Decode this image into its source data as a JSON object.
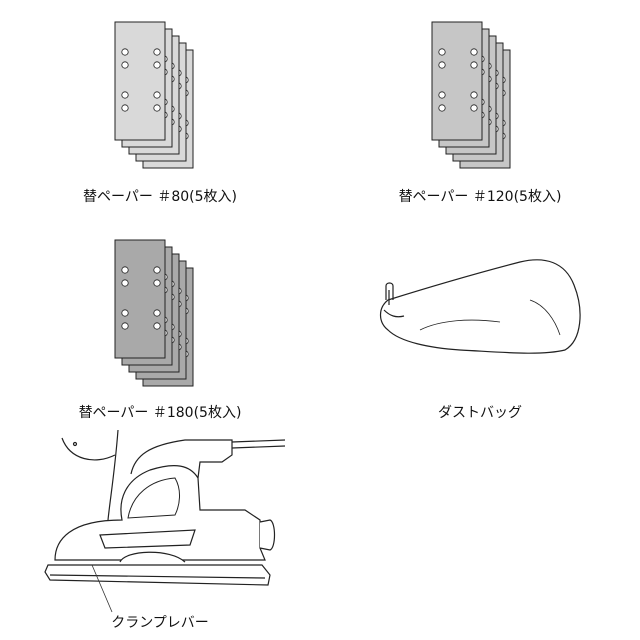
{
  "items": [
    {
      "label": "替ペーパー ＃80(5枚入)",
      "sheets": 5,
      "color": "#d9d9d9"
    },
    {
      "label": "替ペーパー ＃120(5枚入)",
      "sheets": 5,
      "color": "#c6c6c6"
    },
    {
      "label": "替ペーパー ＃180(5枚入)",
      "sheets": 5,
      "color": "#a9a9a9"
    },
    {
      "label": "ダストバッグ"
    }
  ],
  "callout": {
    "label": "クランプレバー"
  }
}
